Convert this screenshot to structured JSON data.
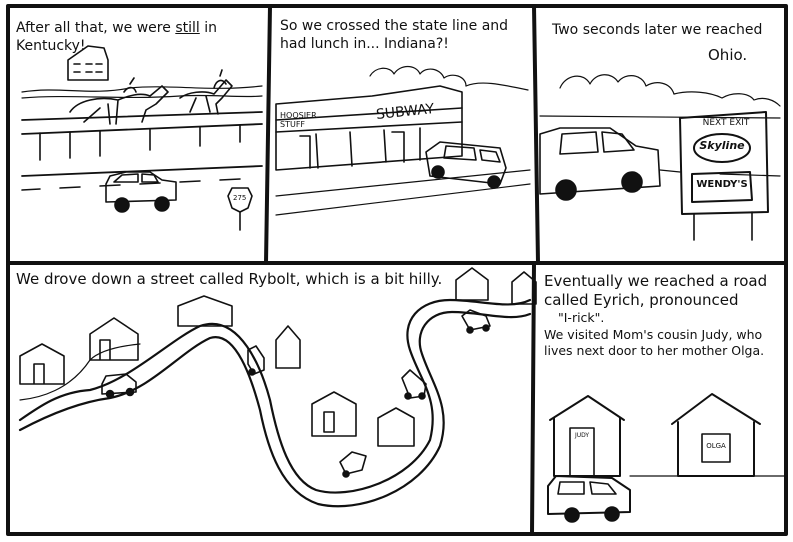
{
  "panels": {
    "kentucky": {
      "caption_before": "After all that, we were ",
      "caption_emph": "still",
      "caption_after": " in Kentucky!",
      "shield_number": "275"
    },
    "indiana": {
      "caption": "So we crossed the state line and had lunch in... Indiana?!",
      "store_sign_1": "HOOSIER",
      "store_sign_2": "STUFF",
      "store_sign_3": "SUBWAY"
    },
    "ohio": {
      "caption_1": "Two seconds later we reached",
      "caption_2": "Ohio.",
      "sign_header": "NEXT EXIT",
      "sign_logo_1": "Skyline",
      "sign_logo_2": "WENDY'S"
    },
    "rybolt": {
      "caption": "We drove down a street called Rybolt, which is a bit hilly."
    },
    "eyrich": {
      "caption_1": "Eventually we reached a road called Eyrich, pronounced",
      "caption_2": "\"I-rick\".",
      "caption_3": "We visited Mom's cousin Judy, who lives next door to her mother Olga.",
      "house_1": "JUDY",
      "house_2": "OLGA"
    }
  }
}
